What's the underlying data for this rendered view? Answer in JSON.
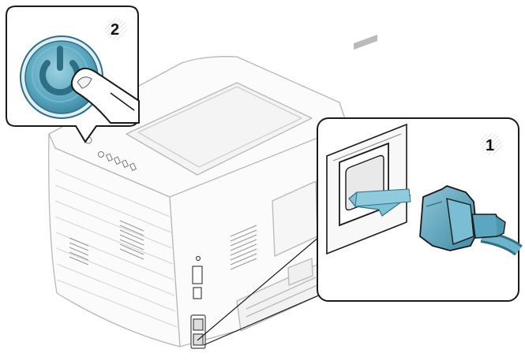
{
  "diagram": {
    "steps": [
      {
        "number": "1",
        "action": "plug-power-cord"
      },
      {
        "number": "2",
        "action": "press-power-button"
      }
    ],
    "icons": {
      "power": "power-icon",
      "arrow": "insert-arrow-icon",
      "cord": "power-cord-plug-icon",
      "finger": "pressing-finger-icon"
    },
    "colors": {
      "accent": "#5aa7bf",
      "accent_dark": "#2e6f86",
      "outline": "#1a1a1a",
      "printer_line": "#b8b8b8",
      "printer_fill": "#fbfbfb"
    }
  }
}
